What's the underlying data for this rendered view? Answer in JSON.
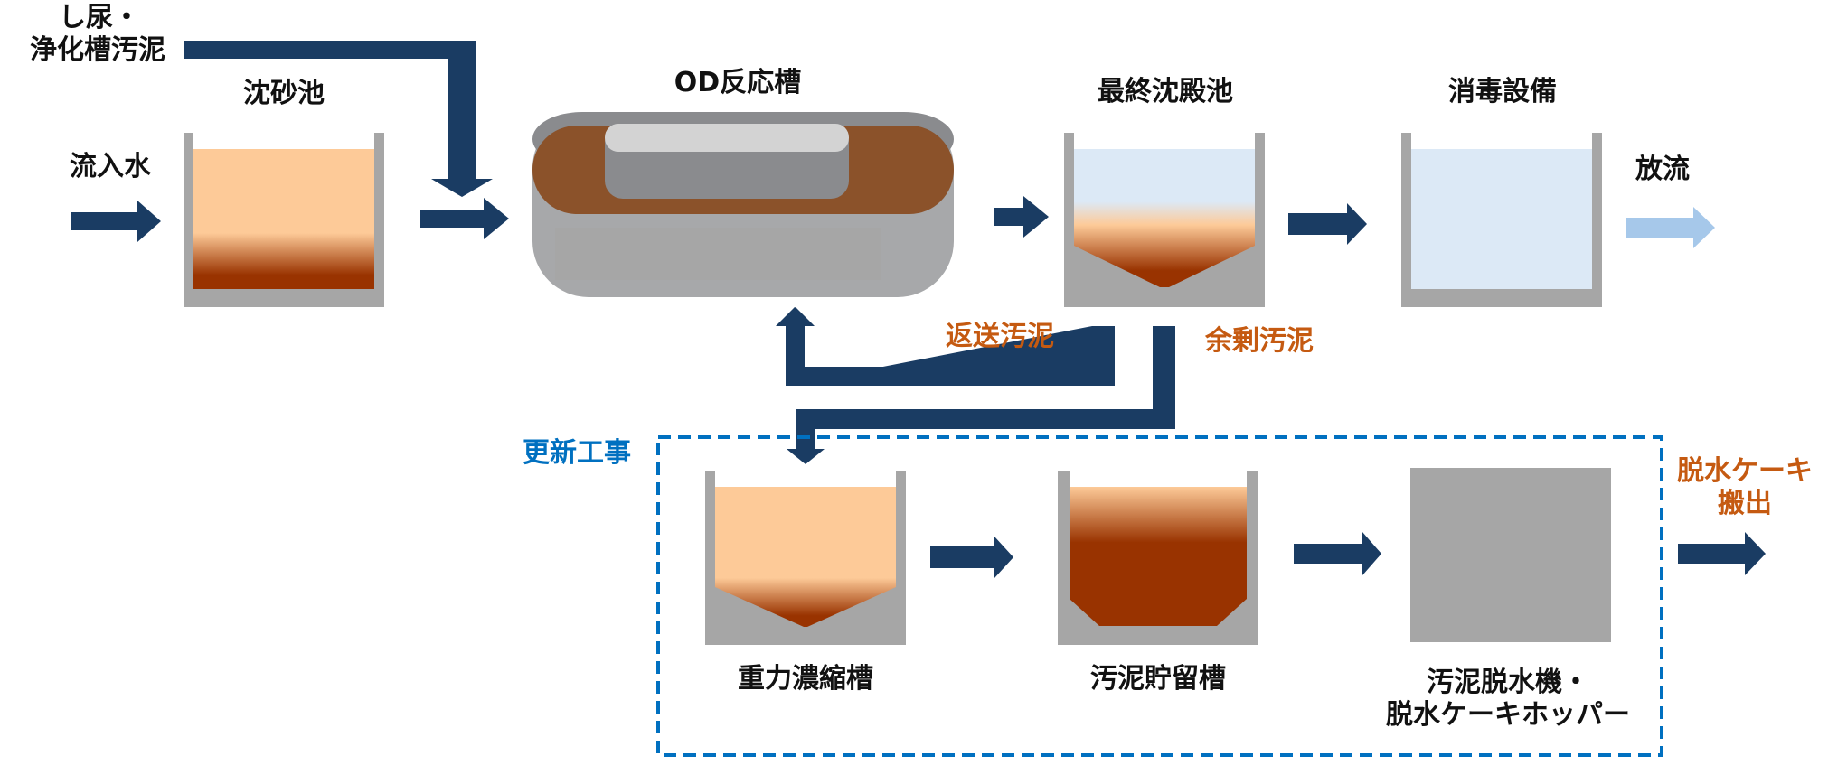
{
  "diagram": {
    "type": "process-flow",
    "subject": "wastewater treatment flow"
  },
  "colors": {
    "arrow": "#1a3c63",
    "arrow_light": "#a6c8ea",
    "tank_wall": "#a6a6a6",
    "water_clear": "#dce9f6",
    "sludge_light": "#fdca98",
    "sludge_dark": "#993300",
    "od_sludge": "#8b522a",
    "od_body": "#a7a8aa",
    "od_inner_top": "#d3d3d3",
    "od_inner_side": "#8a8b8e",
    "label_orange": "#c55a11",
    "renewal_blue": "#0070c0"
  },
  "labels": {
    "inflow": "流入水",
    "night_soil_line1": "し尿・",
    "night_soil_line2": "浄化槽汚泥",
    "grit_chamber": "沈砂池",
    "od_reactor": "OD反応槽",
    "final_settling": "最終沈殿池",
    "disinfection": "消毒設備",
    "discharge": "放流",
    "return_sludge": "返送汚泥",
    "excess_sludge": "余剰汚泥",
    "renewal_work": "更新工事",
    "gravity_thickener": "重力濃縮槽",
    "sludge_storage": "汚泥貯留槽",
    "dewatering_line1": "汚泥脱水機・",
    "dewatering_line2": "脱水ケーキホッパー",
    "cake_out_line1": "脱水ケーキ",
    "cake_out_line2": "搬出"
  }
}
